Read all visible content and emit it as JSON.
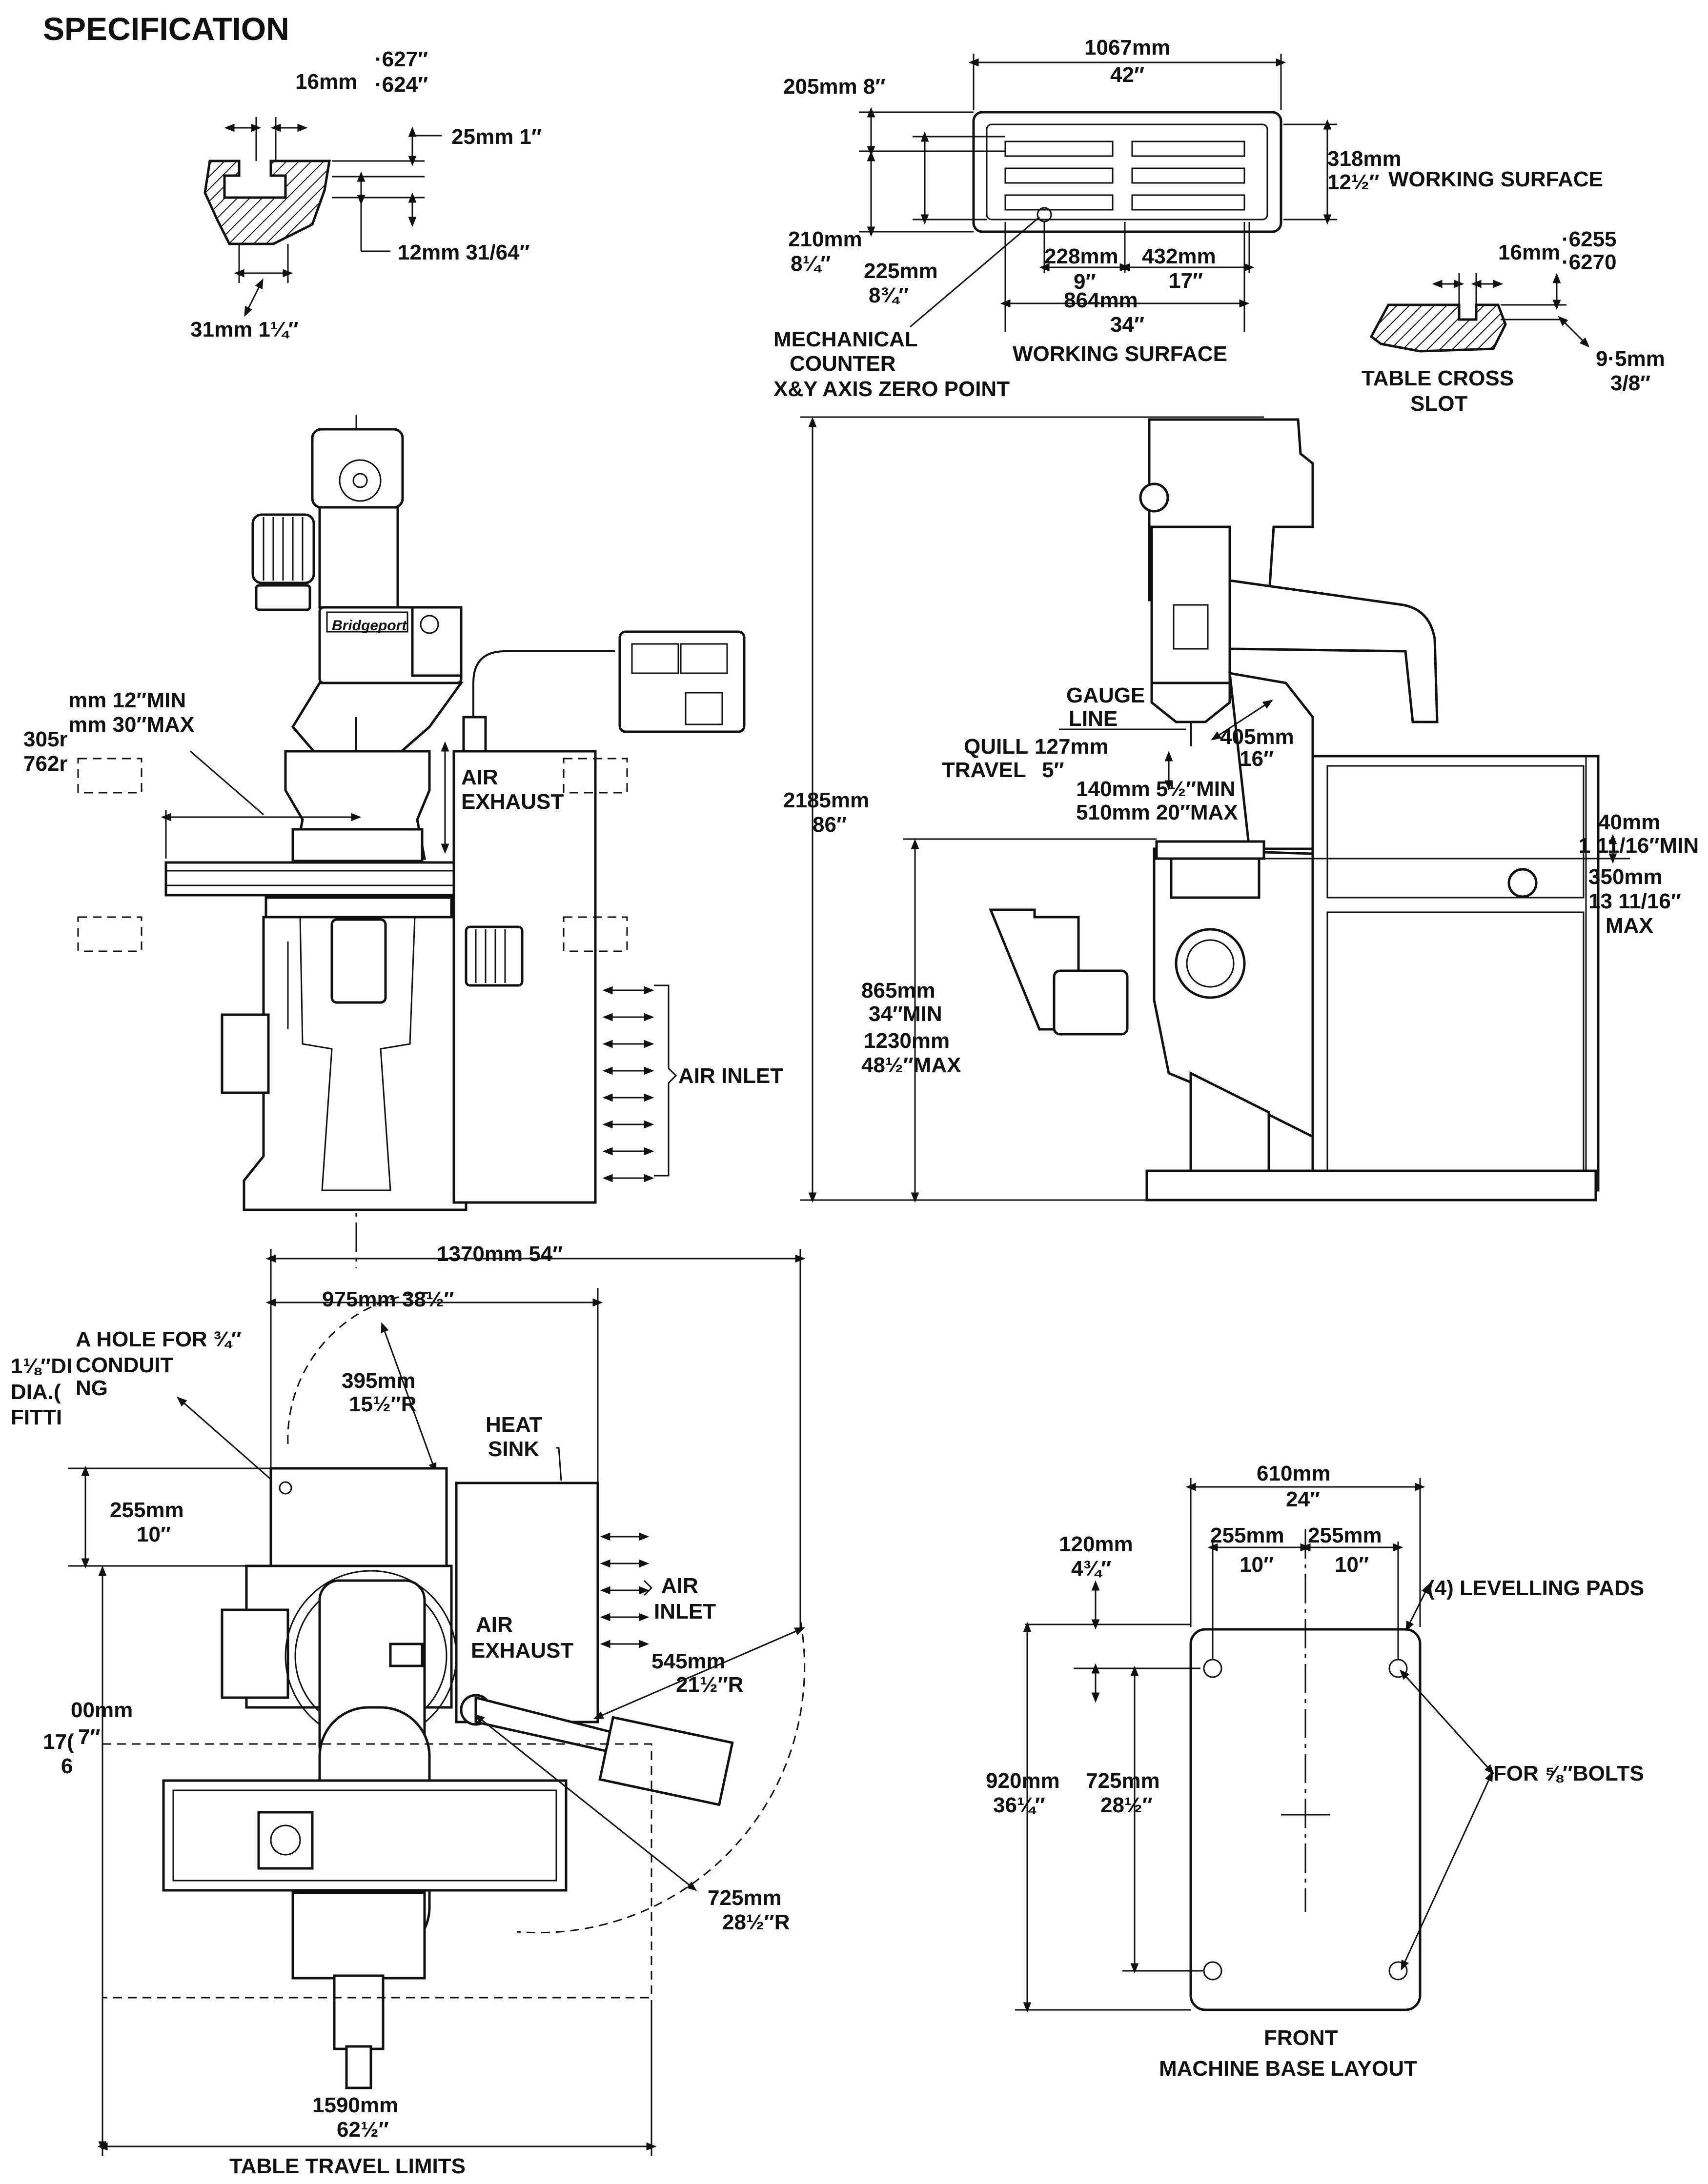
{
  "title": "SPECIFICATION",
  "tslot": {
    "width": "16mm",
    "width_in_a": "·627″",
    "width_in_b": "·624″",
    "depth": "25mm  1″",
    "depth2": "12mm  31/64″",
    "bottom": "31mm  1¼″"
  },
  "table_plan": {
    "length": "1067mm",
    "length_in": "42″",
    "d205": "205mm  8″",
    "d318": "318mm",
    "d318_in": "12½″",
    "working_surface": "WORKING SURFACE",
    "d210": "210mm",
    "d210_in": "8¼″",
    "d225": "225mm",
    "d225_in": "8¾″",
    "d228": "228mm",
    "d228_in": "9″",
    "d432": "432mm",
    "d432_in": "17″",
    "d864": "864mm",
    "d864_in": "34″",
    "working_surface2": "WORKING SURFACE",
    "counter_1": "MECHANICAL",
    "counter_2": "COUNTER",
    "counter_3": "X&Y AXIS ZERO POINT"
  },
  "cross_slot": {
    "width": "16mm",
    "width_in_a": "·6255",
    "width_in_b": "·6270",
    "depth": "9·5mm",
    "depth_in": "3/8″",
    "label_1": "TABLE CROSS",
    "label_2": "SLOT"
  },
  "front_view": {
    "travel_1": "mm 12″MIN",
    "travel_2": "mm 30″MAX",
    "left_1": "305r",
    "left_2": "762r",
    "air_exhaust_1": "AIR",
    "air_exhaust_2": "EXHAUST",
    "air_inlet": "AIR INLET",
    "brand": "Bridgeport"
  },
  "side_view": {
    "gauge_1": "GAUGE",
    "gauge_2": "LINE",
    "quill_1": "QUILL",
    "quill_2": "TRAVEL",
    "quill_mm": "127mm",
    "quill_in": "5″",
    "d405": "405mm",
    "d405_in": "16″",
    "d140": "140mm  5½″MIN",
    "d510": "510mm  20″MAX",
    "d2185": "2185mm",
    "d2185_in": "86″",
    "d40": "40mm",
    "d40_in": "1 11/16″MIN",
    "d350": "350mm",
    "d350_in": "13 11/16″",
    "d350_max": "MAX",
    "d865": "865mm",
    "d865_in": "34″MIN",
    "d1230": "1230mm",
    "d1230_in": "48½″MAX"
  },
  "plan_view": {
    "d1370": "1370mm  54″",
    "d975": "975mm  38½″",
    "hole_1": "A HOLE FOR ¾″",
    "hole_2": "CONDUIT",
    "hole_3": "NG",
    "hole_l1": "1⅛″DI",
    "hole_l2": "DIA.(",
    "hole_l3": "FITTI",
    "d395": "395mm",
    "d395_in": "15½″R",
    "heat_1": "HEAT",
    "heat_2": "SINK",
    "d255": "255mm",
    "d255_in": "10″",
    "air_inlet_1": "AIR",
    "air_inlet_2": "INLET",
    "air_exhaust_1": "AIR",
    "air_exhaust_2": "EXHAUST",
    "d545": "545mm",
    "d545_in": "21½″R",
    "left_1": "00mm",
    "left_2": "17(",
    "left_2b": "7″",
    "left_3": "6",
    "d725": "725mm",
    "d725_in": "28½″R",
    "d1590": "1590mm",
    "d1590_in": "62½″",
    "caption": "TABLE TRAVEL LIMITS"
  },
  "base_layout": {
    "d610": "610mm",
    "d610_in": "24″",
    "d255a": "255mm",
    "d255b": "255mm",
    "d10a": "10″",
    "d10b": "10″",
    "d120": "120mm",
    "d120_in": "4¾″",
    "pads": "(4) LEVELLING PADS",
    "d920": "920mm",
    "d920_in": "36¼″",
    "d725": "725mm",
    "d725_in": "28½″",
    "bolts": "FOR ⅝″BOLTS",
    "front": "FRONT",
    "caption": "MACHINE BASE LAYOUT"
  }
}
